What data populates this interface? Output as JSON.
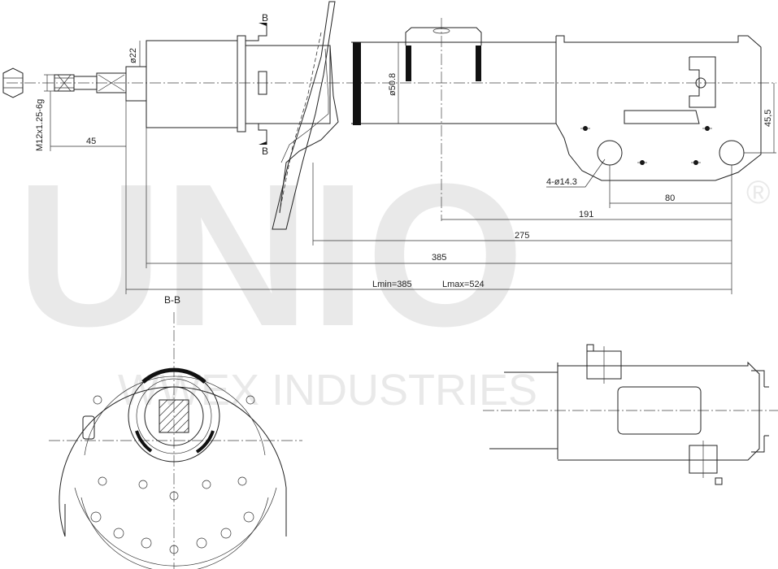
{
  "watermark": {
    "brand": "UNIO",
    "tagline": "WWEX INDUSTRIES",
    "registered": "®"
  },
  "labels": {
    "section_mark_top": "B",
    "section_mark_bottom": "B",
    "section_title": "B-B",
    "thread": "M12x1.25-6g",
    "rod_diameter": "ø22",
    "tube_diameter": "ø50.8",
    "holes": "4-ø14.3"
  },
  "dimensions": {
    "d_45": "45",
    "d_45_5": "45,5",
    "d_80": "80",
    "d_191": "191",
    "d_275": "275",
    "d_385": "385",
    "lmin": "Lmin=385",
    "lmax": "Lmax=524"
  },
  "colors": {
    "line": "#222222",
    "watermark": "#e9e9e9",
    "background": "#ffffff"
  }
}
